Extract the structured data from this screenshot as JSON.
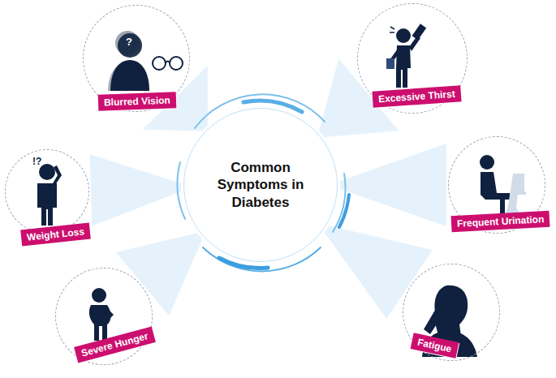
{
  "diagram": {
    "nodes": [
      {
        "text": [
          "Common Symptoms in Diabetes"
        ]
      },
      {
        "text": [
          "Blurred Vision"
        ]
      },
      {
        "text": [
          "Excessive Thirst"
        ]
      },
      {
        "text": [
          "Weight Loss"
        ]
      },
      {
        "text": [
          "Frequent Urination"
        ]
      },
      {
        "text": [
          "Severe Hunger"
        ]
      },
      {
        "text": [
          "Fatigue"
        ]
      }
    ],
    "edges": [
      {
        "from": 0,
        "to": 1,
        "arrow": "none"
      },
      {
        "from": 0,
        "to": 2,
        "arrow": "none"
      },
      {
        "from": 0,
        "to": 3,
        "arrow": "none"
      },
      {
        "from": 0,
        "to": 4,
        "arrow": "none"
      },
      {
        "from": 0,
        "to": 5,
        "arrow": "none"
      },
      {
        "from": 0,
        "to": 6,
        "arrow": "none"
      }
    ],
    "labels": [
      "?",
      "!?"
    ]
  }
}
